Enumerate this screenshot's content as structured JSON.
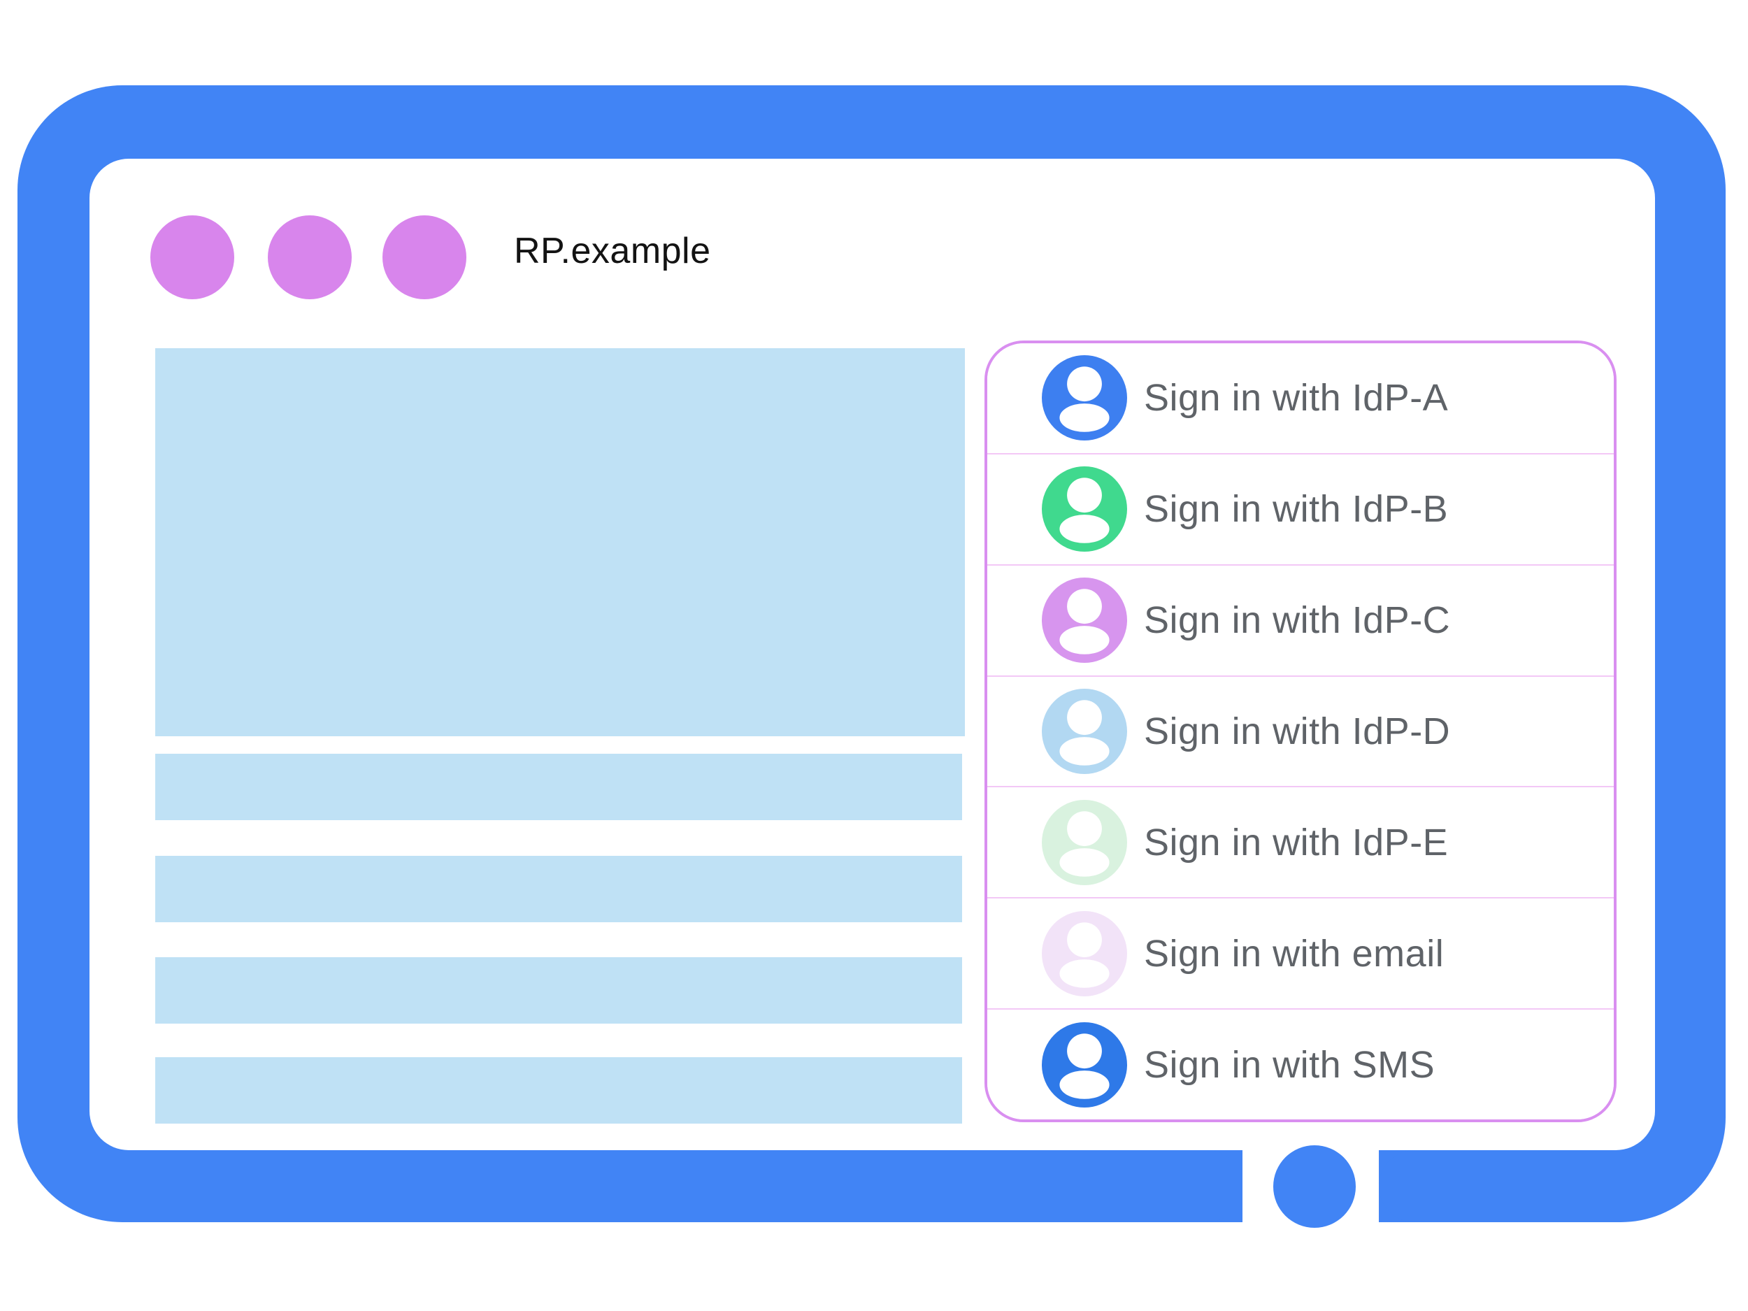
{
  "window": {
    "title": "RP.example"
  },
  "colors": {
    "frame_blue": "#4184F5",
    "window_dot_purple": "#D885EC",
    "content_placeholder_blue": "#BFE1F5",
    "dialog_border_purple": "#D98FF0",
    "dialog_divider_purple": "#F3C8F6",
    "label_gray": "#5F6368"
  },
  "signin_dialog": {
    "items": [
      {
        "label": "Sign in with IdP-A",
        "avatar_color": "#3D7FF0"
      },
      {
        "label": "Sign in with IdP-B",
        "avatar_color": "#40D98E"
      },
      {
        "label": "Sign in with IdP-C",
        "avatar_color": "#D795EE"
      },
      {
        "label": "Sign in with IdP-D",
        "avatar_color": "#B2D8F2"
      },
      {
        "label": "Sign in with IdP-E",
        "avatar_color": "#D9F2DF"
      },
      {
        "label": "Sign in with email",
        "avatar_color": "#F2E3F8"
      },
      {
        "label": "Sign in with SMS",
        "avatar_color": "#2E79E8"
      }
    ]
  }
}
